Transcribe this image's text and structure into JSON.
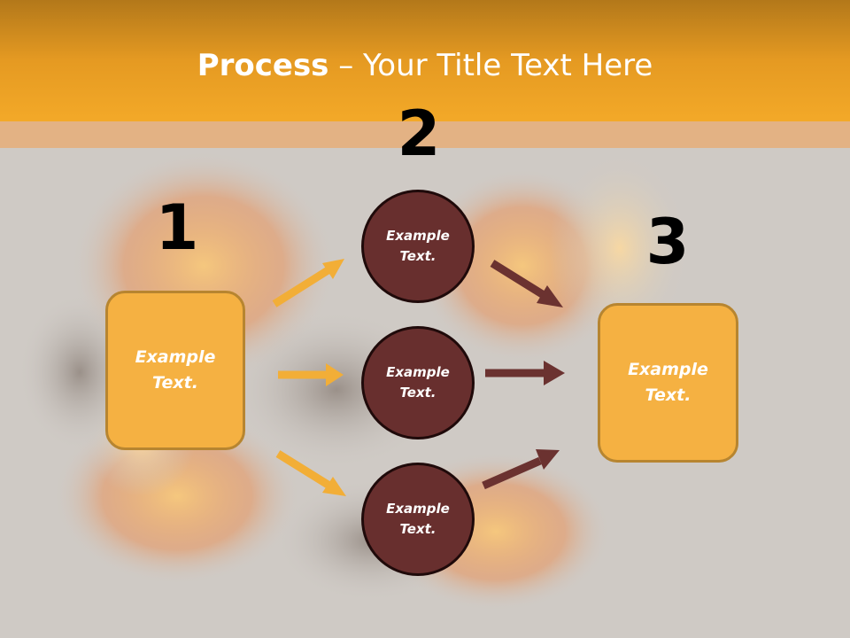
{
  "slide": {
    "title_bold": "Process",
    "title_rest": " – Your Title Text Here"
  },
  "steps": {
    "step1_number": "1",
    "step2_number": "2",
    "step3_number": "3"
  },
  "nodes": {
    "left_box": {
      "line1": "Example",
      "line2": "Text."
    },
    "right_box": {
      "line1": "Example",
      "line2": "Text."
    },
    "circles": [
      {
        "line1": "Example",
        "line2": "Text."
      },
      {
        "line1": "Example",
        "line2": "Text."
      },
      {
        "line1": "Example",
        "line2": "Text."
      }
    ]
  },
  "colors": {
    "header_orange": "#f3a928",
    "box_fill": "#f5b142",
    "circle_fill": "#682f2e",
    "arrow_orange": "#f2ae37",
    "arrow_brown": "#6b3230",
    "background": "#cfcac5"
  }
}
